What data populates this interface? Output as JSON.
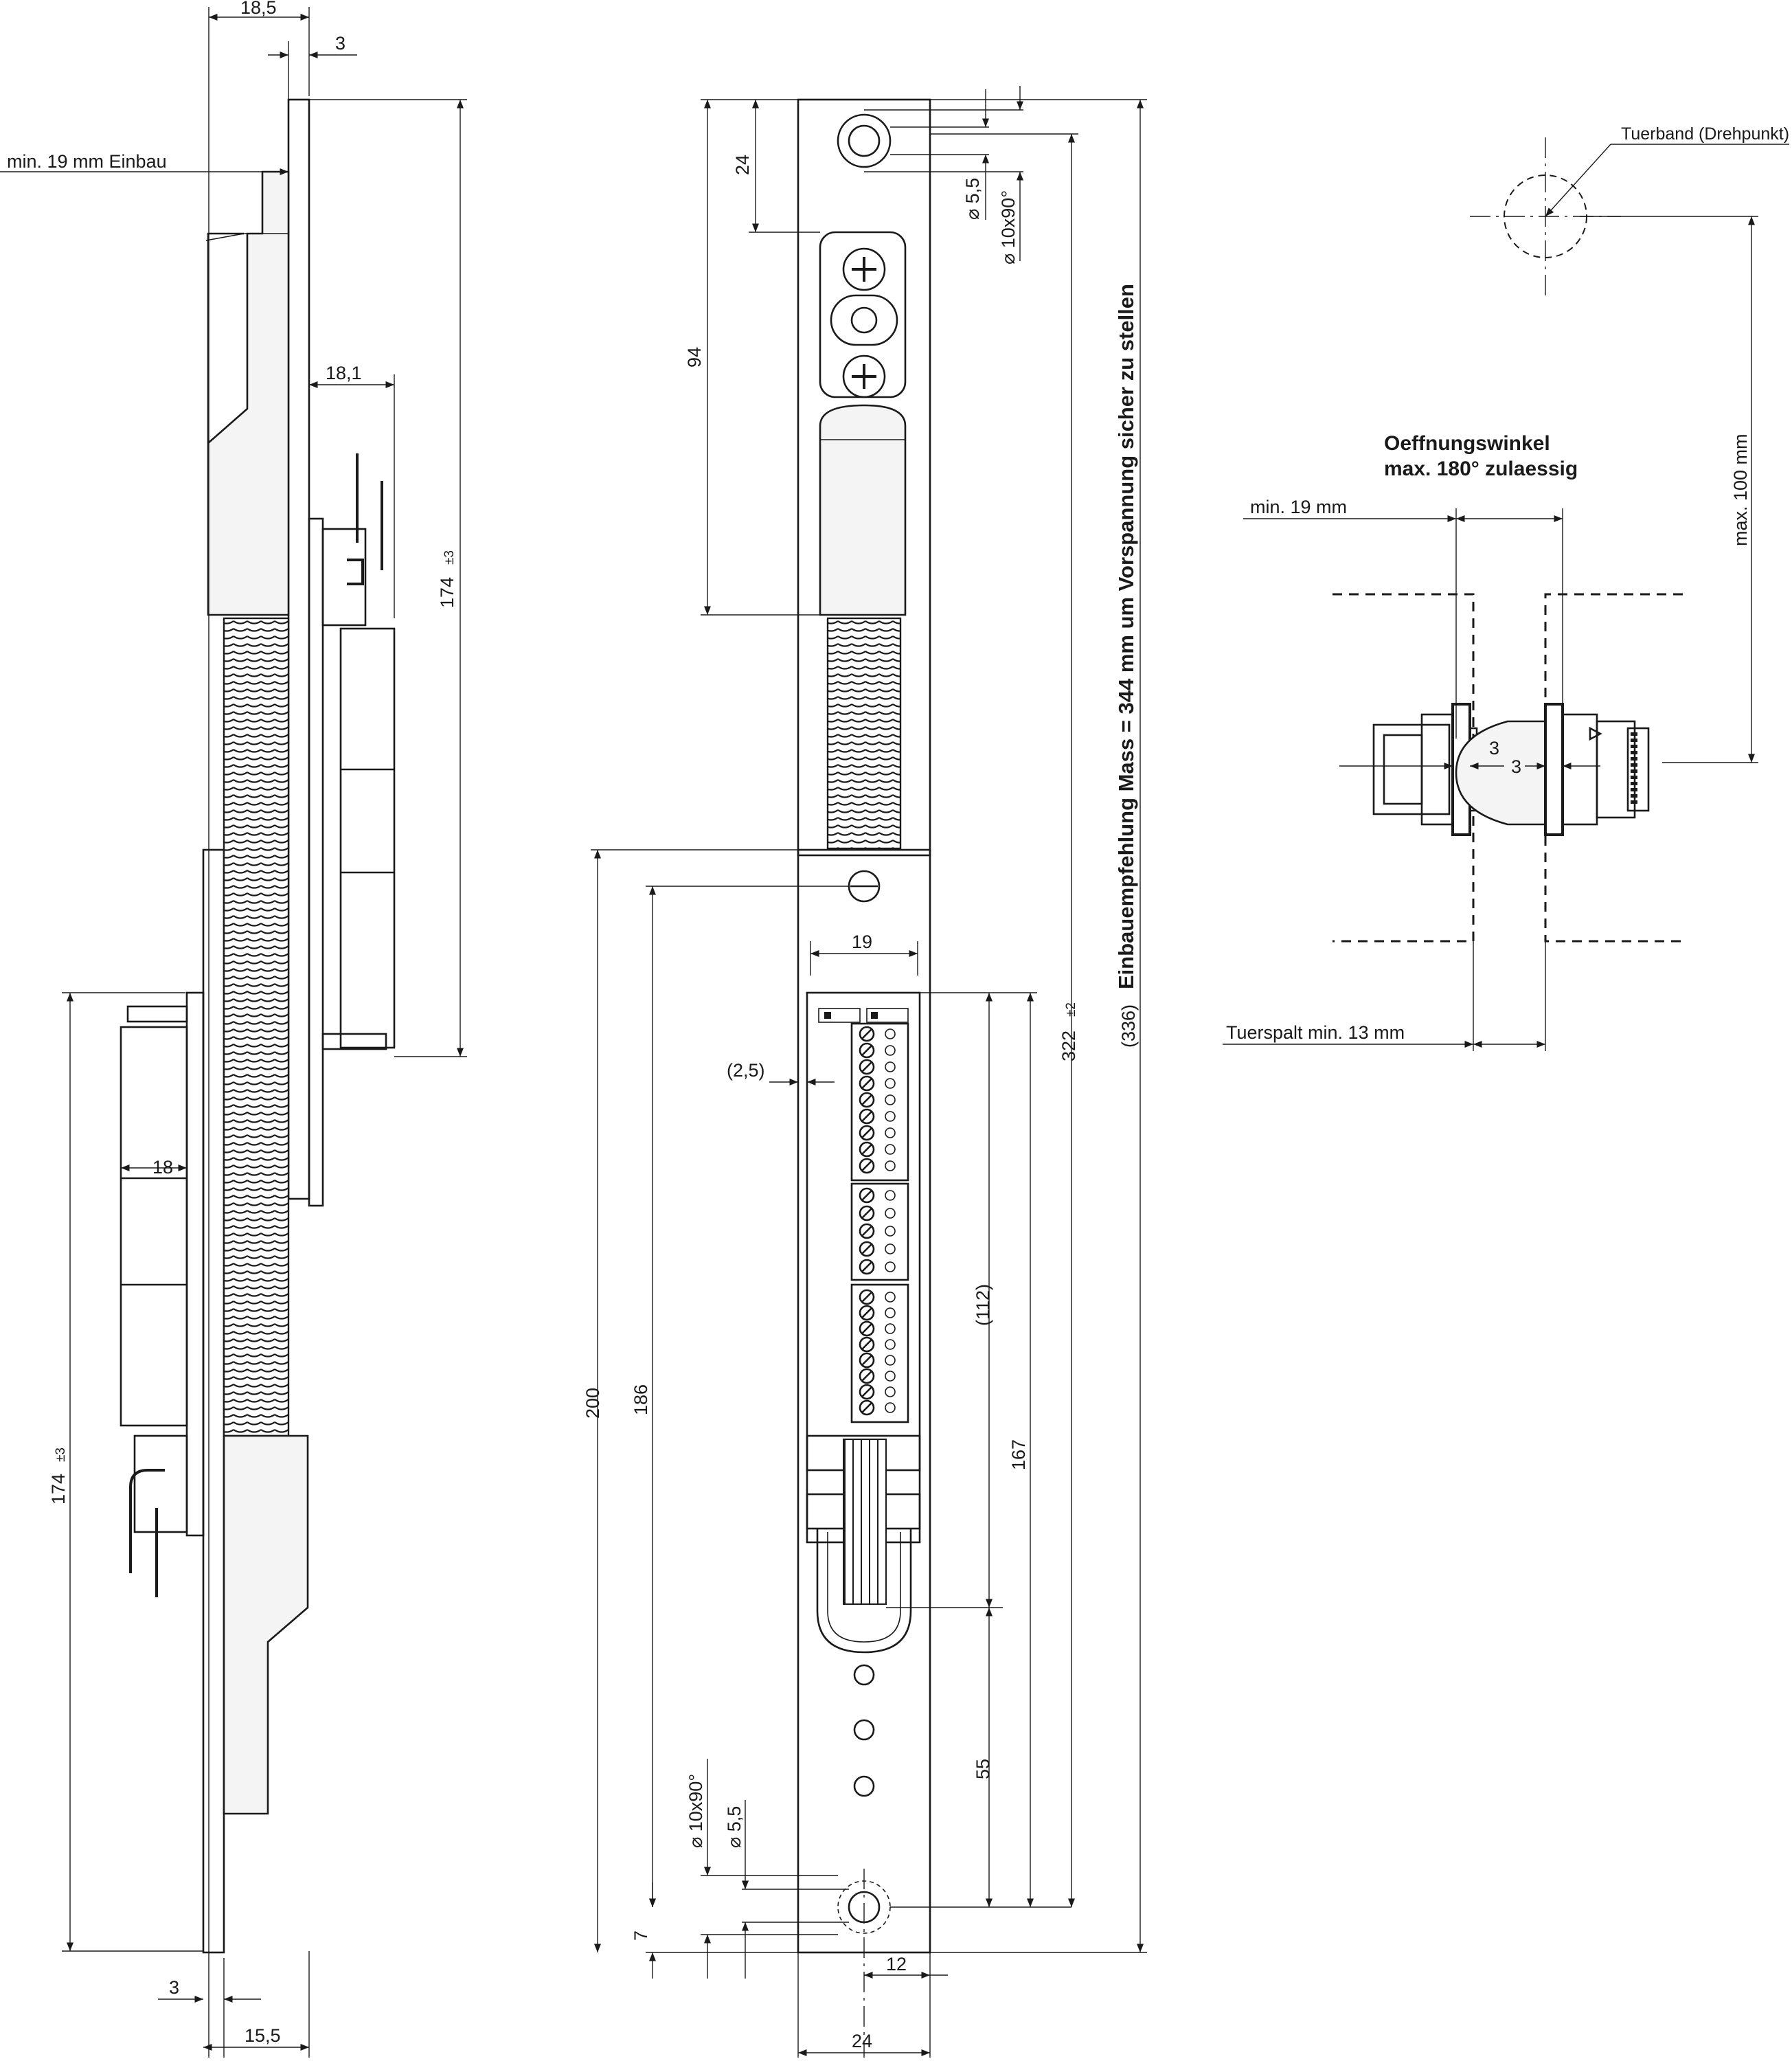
{
  "side_view": {
    "dim_top_width": "18,5",
    "dim_plate_thickness_top": "3",
    "note_min_install": "min. 19 mm Einbau",
    "dim_housing_upper": "18,1",
    "dim_length_upper": "174",
    "tol_length_upper": "±3",
    "dim_housing_lower": "18",
    "dim_length_lower": "174",
    "tol_length_lower": "±3",
    "dim_plate_thickness_bottom": "3",
    "dim_bottom_width": "15,5"
  },
  "front_view": {
    "dim_24_top": "24",
    "dim_94": "94",
    "dim_hole_dia_top": "⌀ 5,5",
    "dim_countersink_top": "⌀ 10x90°",
    "dim_19": "19",
    "dim_2_5": "(2,5)",
    "dim_200": "200",
    "dim_186": "186",
    "dim_112": "(112)",
    "dim_167": "167",
    "dim_55": "55",
    "dim_countersink_bottom": "⌀ 10x90°",
    "dim_hole_dia_bottom": "⌀ 5,5",
    "dim_7": "7",
    "dim_12": "12",
    "dim_24_bottom": "24",
    "dim_322": "322",
    "tol_322": "±2",
    "dim_336": "(336)",
    "note_recommendation": "Einbauempfehlung Mass = 344 mm um Vorspannung sicher zu stellen"
  },
  "plan_view": {
    "label_hinge": "Tuerband (Drehpunkt)",
    "title_line1": "Oeffnungswinkel",
    "title_line2": "max. 180° zulaessig",
    "dim_min_19": "min. 19 mm",
    "dim_max_100": "max. 100 mm",
    "dim_3": "3",
    "dim_3b": "3",
    "dim_gap": "Tuerspalt min. 13 mm"
  }
}
